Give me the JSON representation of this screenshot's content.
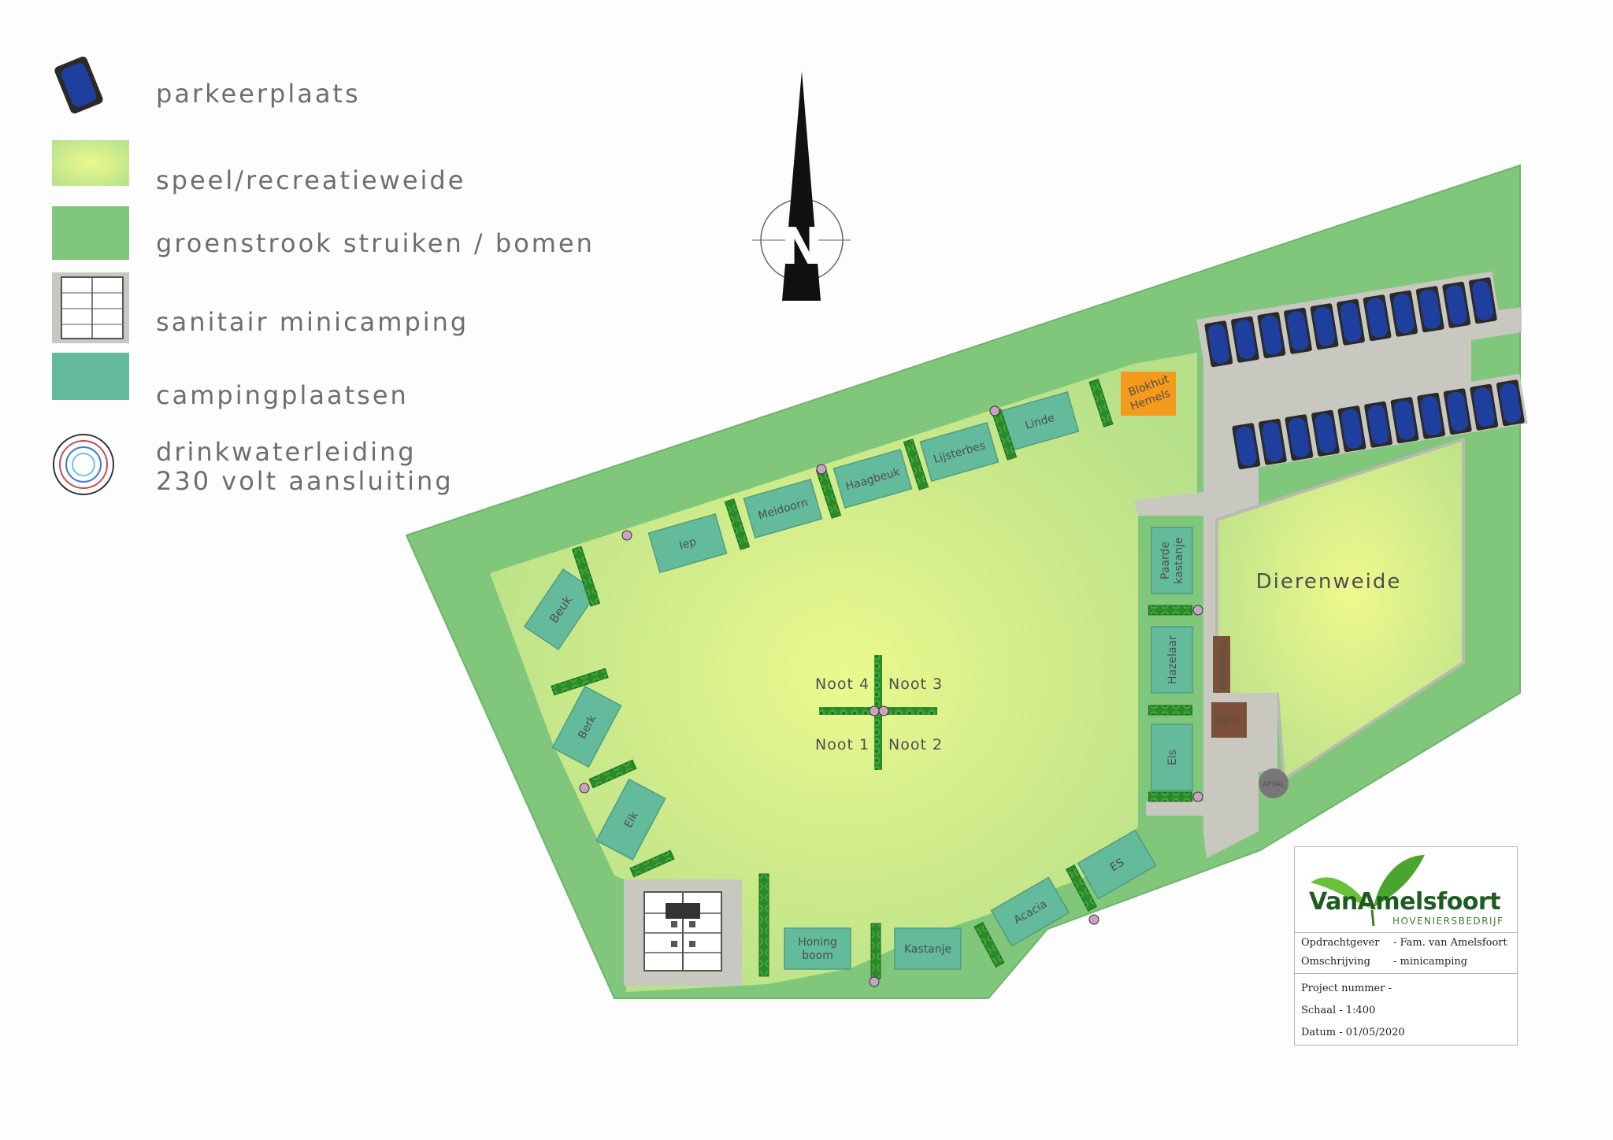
{
  "legend": {
    "parking": "parkeerplaats",
    "play": "speel/recreatieweide",
    "green": "groenstrook struiken / bomen",
    "sanitary": "sanitair minicamping",
    "camping": "campingplaatsen",
    "water_1": "drinkwaterleiding",
    "water_2": "230 volt aansluiting"
  },
  "compass": {
    "letter": "N"
  },
  "plots": {
    "beuk": "Beuk",
    "iep": "Iep",
    "meidoorn": "Meidoorn",
    "haagbeuk": "Haagbeuk",
    "lijsterbes": "Lijsterbes",
    "linde": "Linde",
    "berk": "Berk",
    "eik": "Eik",
    "honing_1": "Honing",
    "honing_2": "boom",
    "kastanje": "Kastanje",
    "acacia": "Acacia",
    "es": "ES",
    "els": "Els",
    "hazelaar": "Hazelaar",
    "paarde_1": "Paarde",
    "paarde_2": "kastanje"
  },
  "map_labels": {
    "noot1": "Noot 1",
    "noot2": "Noot 2",
    "noot3": "Noot 3",
    "noot4": "Noot 4",
    "blokhut_1": "Blokhut",
    "blokhut_2": "Hemels",
    "dierenweide": "Dierenweide",
    "fietsstalling": "Fietsstalling",
    "info": "INFO",
    "afval": "AFVAL"
  },
  "title_block": {
    "brand_main": "VanAmelsfoort",
    "brand_sub": "HOVENIERSBEDRIJF",
    "client_label": "Opdrachtgever",
    "client_value": "- Fam. van Amelsfoort",
    "desc_label": "Omschrijving",
    "desc_value": "- minicamping",
    "project": "Project nummer  -",
    "scale": "Schaal  - 1:400",
    "date": "Datum  - 01/05/2020"
  },
  "colors": {
    "green_strip": "#80c77b",
    "play_field": "#c4e68a",
    "play_center": "#e6f78c",
    "camping": "#63bb9b",
    "parking": "#1f3f9e",
    "path": "#c8c8c0",
    "hedge": "#2f8f2d",
    "blokhut": "#f59a1c",
    "info": "#7b5038"
  }
}
